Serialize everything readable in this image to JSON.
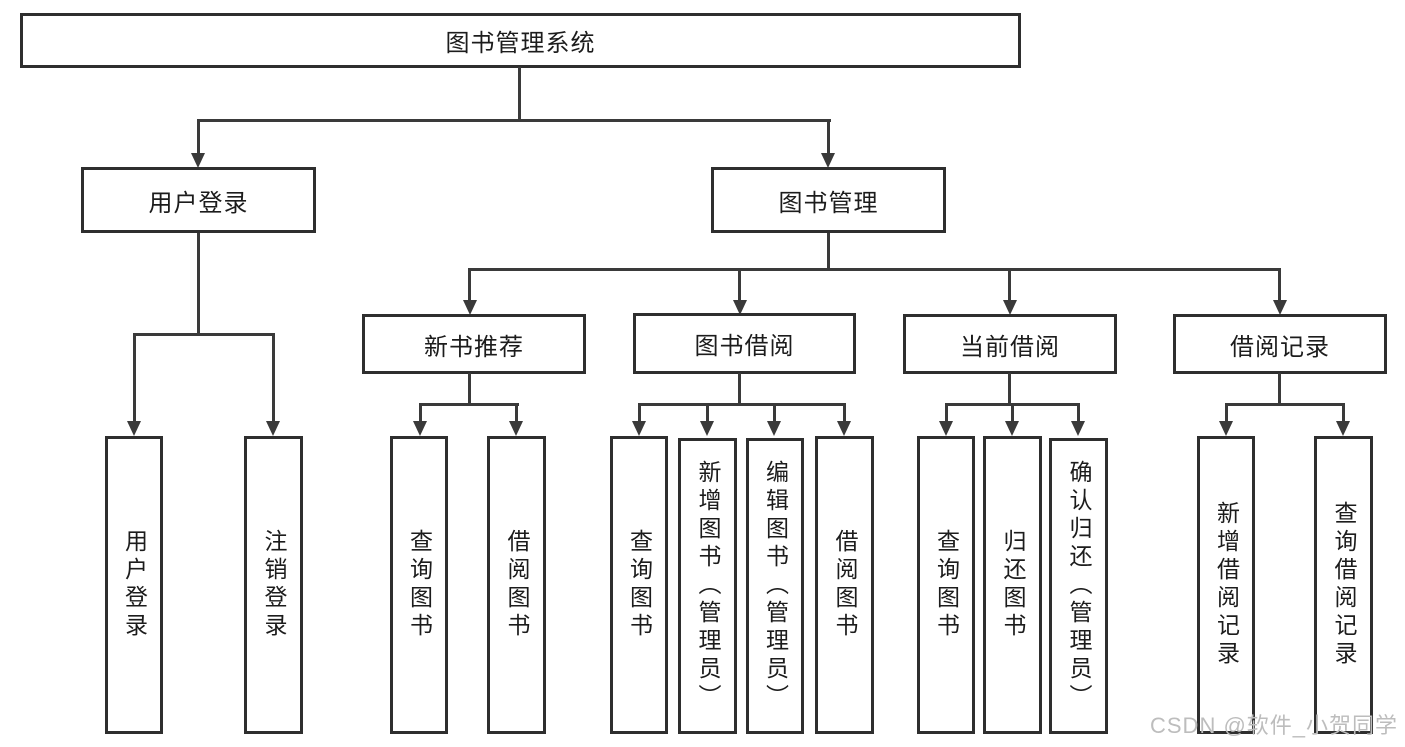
{
  "diagram": {
    "root": {
      "label": "图书管理系统"
    },
    "user_login": {
      "label": "用户登录"
    },
    "book_mgmt": {
      "label": "图书管理"
    },
    "new_books": {
      "label": "新书推荐"
    },
    "book_borrow": {
      "label": "图书借阅"
    },
    "current_borrow": {
      "label": "当前借阅"
    },
    "borrow_records": {
      "label": "借阅记录"
    },
    "leaves": {
      "ul_login": {
        "label": "用户登录"
      },
      "ul_logout": {
        "label": "注销登录"
      },
      "nb_search": {
        "label": "查询图书"
      },
      "nb_borrow": {
        "label": "借阅图书"
      },
      "bb_search": {
        "label": "查询图书"
      },
      "bb_add": {
        "label": "新增图书（管理员）"
      },
      "bb_edit": {
        "label": "编辑图书（管理员）"
      },
      "bb_borrow": {
        "label": "借阅图书"
      },
      "cb_search": {
        "label": "查询图书"
      },
      "cb_return": {
        "label": "归还图书"
      },
      "cb_confirm": {
        "label": "确认归还（管理员）"
      },
      "br_add": {
        "label": "新增借阅记录"
      },
      "br_search": {
        "label": "查询借阅记录"
      }
    }
  },
  "watermark": {
    "text": "CSDN @软件_小贺同学"
  },
  "colors": {
    "line": "#3a3a3a",
    "box_border": "#2e2e2e",
    "text": "#1c1c1c",
    "watermark": "#bdbdbd",
    "background": "#ffffff"
  }
}
